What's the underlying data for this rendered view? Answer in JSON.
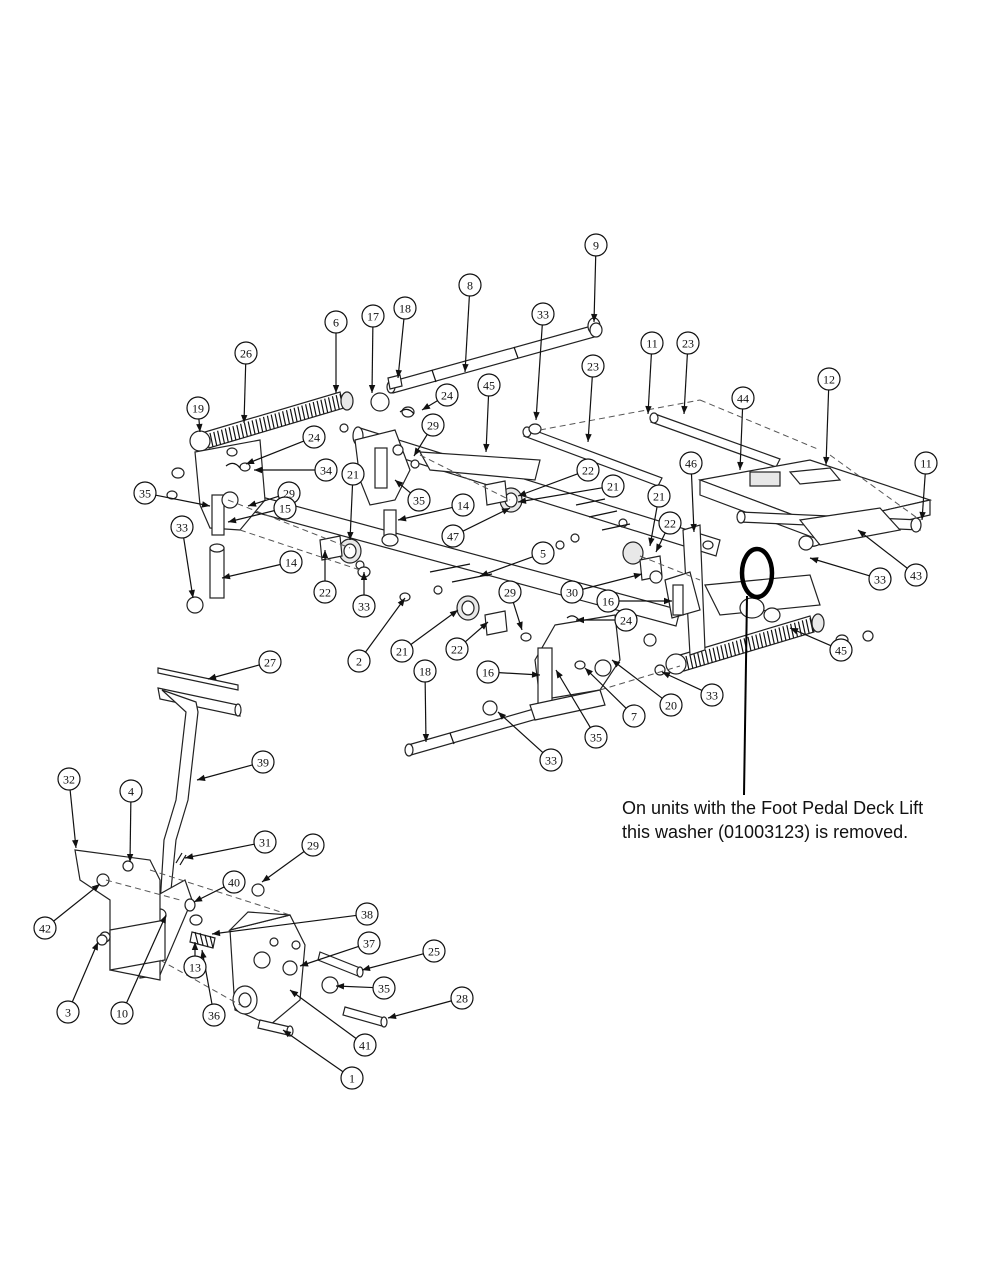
{
  "note": {
    "line1": "On units with the Foot Pedal Deck Lift",
    "line2": "this washer (01003123) is removed."
  },
  "callouts": [
    {
      "id": "c9",
      "label": "9"
    },
    {
      "id": "c8",
      "label": "8"
    },
    {
      "id": "c33a",
      "label": "33"
    },
    {
      "id": "c18a",
      "label": "18"
    },
    {
      "id": "c17",
      "label": "17"
    },
    {
      "id": "c6",
      "label": "6"
    },
    {
      "id": "c26",
      "label": "26"
    },
    {
      "id": "c23a",
      "label": "23"
    },
    {
      "id": "c11a",
      "label": "11"
    },
    {
      "id": "c23b",
      "label": "23"
    },
    {
      "id": "c12",
      "label": "12"
    },
    {
      "id": "c44",
      "label": "44"
    },
    {
      "id": "c45a",
      "label": "45"
    },
    {
      "id": "c19",
      "label": "19"
    },
    {
      "id": "c24a",
      "label": "24"
    },
    {
      "id": "c24b",
      "label": "24"
    },
    {
      "id": "c29a",
      "label": "29"
    },
    {
      "id": "c34",
      "label": "34"
    },
    {
      "id": "c21a",
      "label": "21"
    },
    {
      "id": "c35a",
      "label": "35"
    },
    {
      "id": "c22a",
      "label": "22"
    },
    {
      "id": "c21b",
      "label": "21"
    },
    {
      "id": "c46",
      "label": "46"
    },
    {
      "id": "c11b",
      "label": "11"
    },
    {
      "id": "c29b",
      "label": "29"
    },
    {
      "id": "c35b",
      "label": "35"
    },
    {
      "id": "c15",
      "label": "15"
    },
    {
      "id": "c14a",
      "label": "14"
    },
    {
      "id": "c47",
      "label": "47"
    },
    {
      "id": "c21c",
      "label": "21"
    },
    {
      "id": "c22b",
      "label": "22"
    },
    {
      "id": "c33b",
      "label": "33"
    },
    {
      "id": "c14b",
      "label": "14"
    },
    {
      "id": "c22c",
      "label": "22"
    },
    {
      "id": "c33c",
      "label": "33"
    },
    {
      "id": "c5",
      "label": "5"
    },
    {
      "id": "c30",
      "label": "30"
    },
    {
      "id": "c16a",
      "label": "16"
    },
    {
      "id": "c33d",
      "label": "33"
    },
    {
      "id": "c43",
      "label": "43"
    },
    {
      "id": "c2",
      "label": "2"
    },
    {
      "id": "c21d",
      "label": "21"
    },
    {
      "id": "c22d",
      "label": "22"
    },
    {
      "id": "c29c",
      "label": "29"
    },
    {
      "id": "c24c",
      "label": "24"
    },
    {
      "id": "c45b",
      "label": "45"
    },
    {
      "id": "c16b",
      "label": "16"
    },
    {
      "id": "c20",
      "label": "20"
    },
    {
      "id": "c33e",
      "label": "33"
    },
    {
      "id": "c7",
      "label": "7"
    },
    {
      "id": "c35c",
      "label": "35"
    },
    {
      "id": "c18b",
      "label": "18"
    },
    {
      "id": "c27",
      "label": "27"
    },
    {
      "id": "c33f",
      "label": "33"
    },
    {
      "id": "c39",
      "label": "39"
    },
    {
      "id": "c32",
      "label": "32"
    },
    {
      "id": "c4",
      "label": "4"
    },
    {
      "id": "c31",
      "label": "31"
    },
    {
      "id": "c29d",
      "label": "29"
    },
    {
      "id": "c40",
      "label": "40"
    },
    {
      "id": "c42",
      "label": "42"
    },
    {
      "id": "c38",
      "label": "38"
    },
    {
      "id": "c37",
      "label": "37"
    },
    {
      "id": "c25",
      "label": "25"
    },
    {
      "id": "c3",
      "label": "3"
    },
    {
      "id": "c13",
      "label": "13"
    },
    {
      "id": "c35d",
      "label": "35"
    },
    {
      "id": "c28",
      "label": "28"
    },
    {
      "id": "c10",
      "label": "10"
    },
    {
      "id": "c36",
      "label": "36"
    },
    {
      "id": "c41",
      "label": "41"
    },
    {
      "id": "c1",
      "label": "1"
    }
  ]
}
